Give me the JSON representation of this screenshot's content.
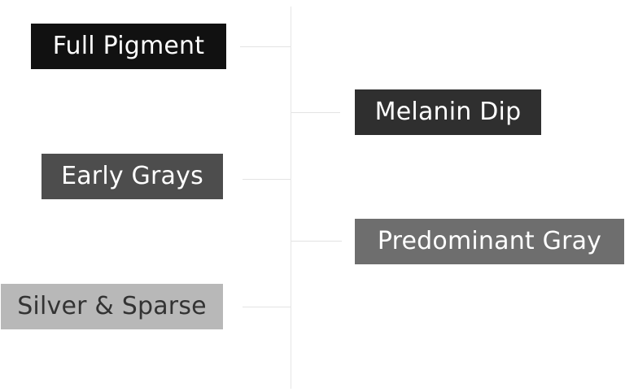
{
  "diagram": {
    "stages": [
      {
        "label": "Full Pigment",
        "fill": "#111111",
        "text_color": "#ffffff",
        "side": "left"
      },
      {
        "label": "Melanin Dip",
        "fill": "#2f2f2f",
        "text_color": "#ffffff",
        "side": "right"
      },
      {
        "label": "Early Grays",
        "fill": "#4d4d4d",
        "text_color": "#ffffff",
        "side": "left"
      },
      {
        "label": "Predominant Gray",
        "fill": "#6e6e6e",
        "text_color": "#ffffff",
        "side": "right"
      },
      {
        "label": "Silver & Sparse",
        "fill": "#b8b8b8",
        "text_color": "#333333",
        "side": "left"
      }
    ]
  }
}
